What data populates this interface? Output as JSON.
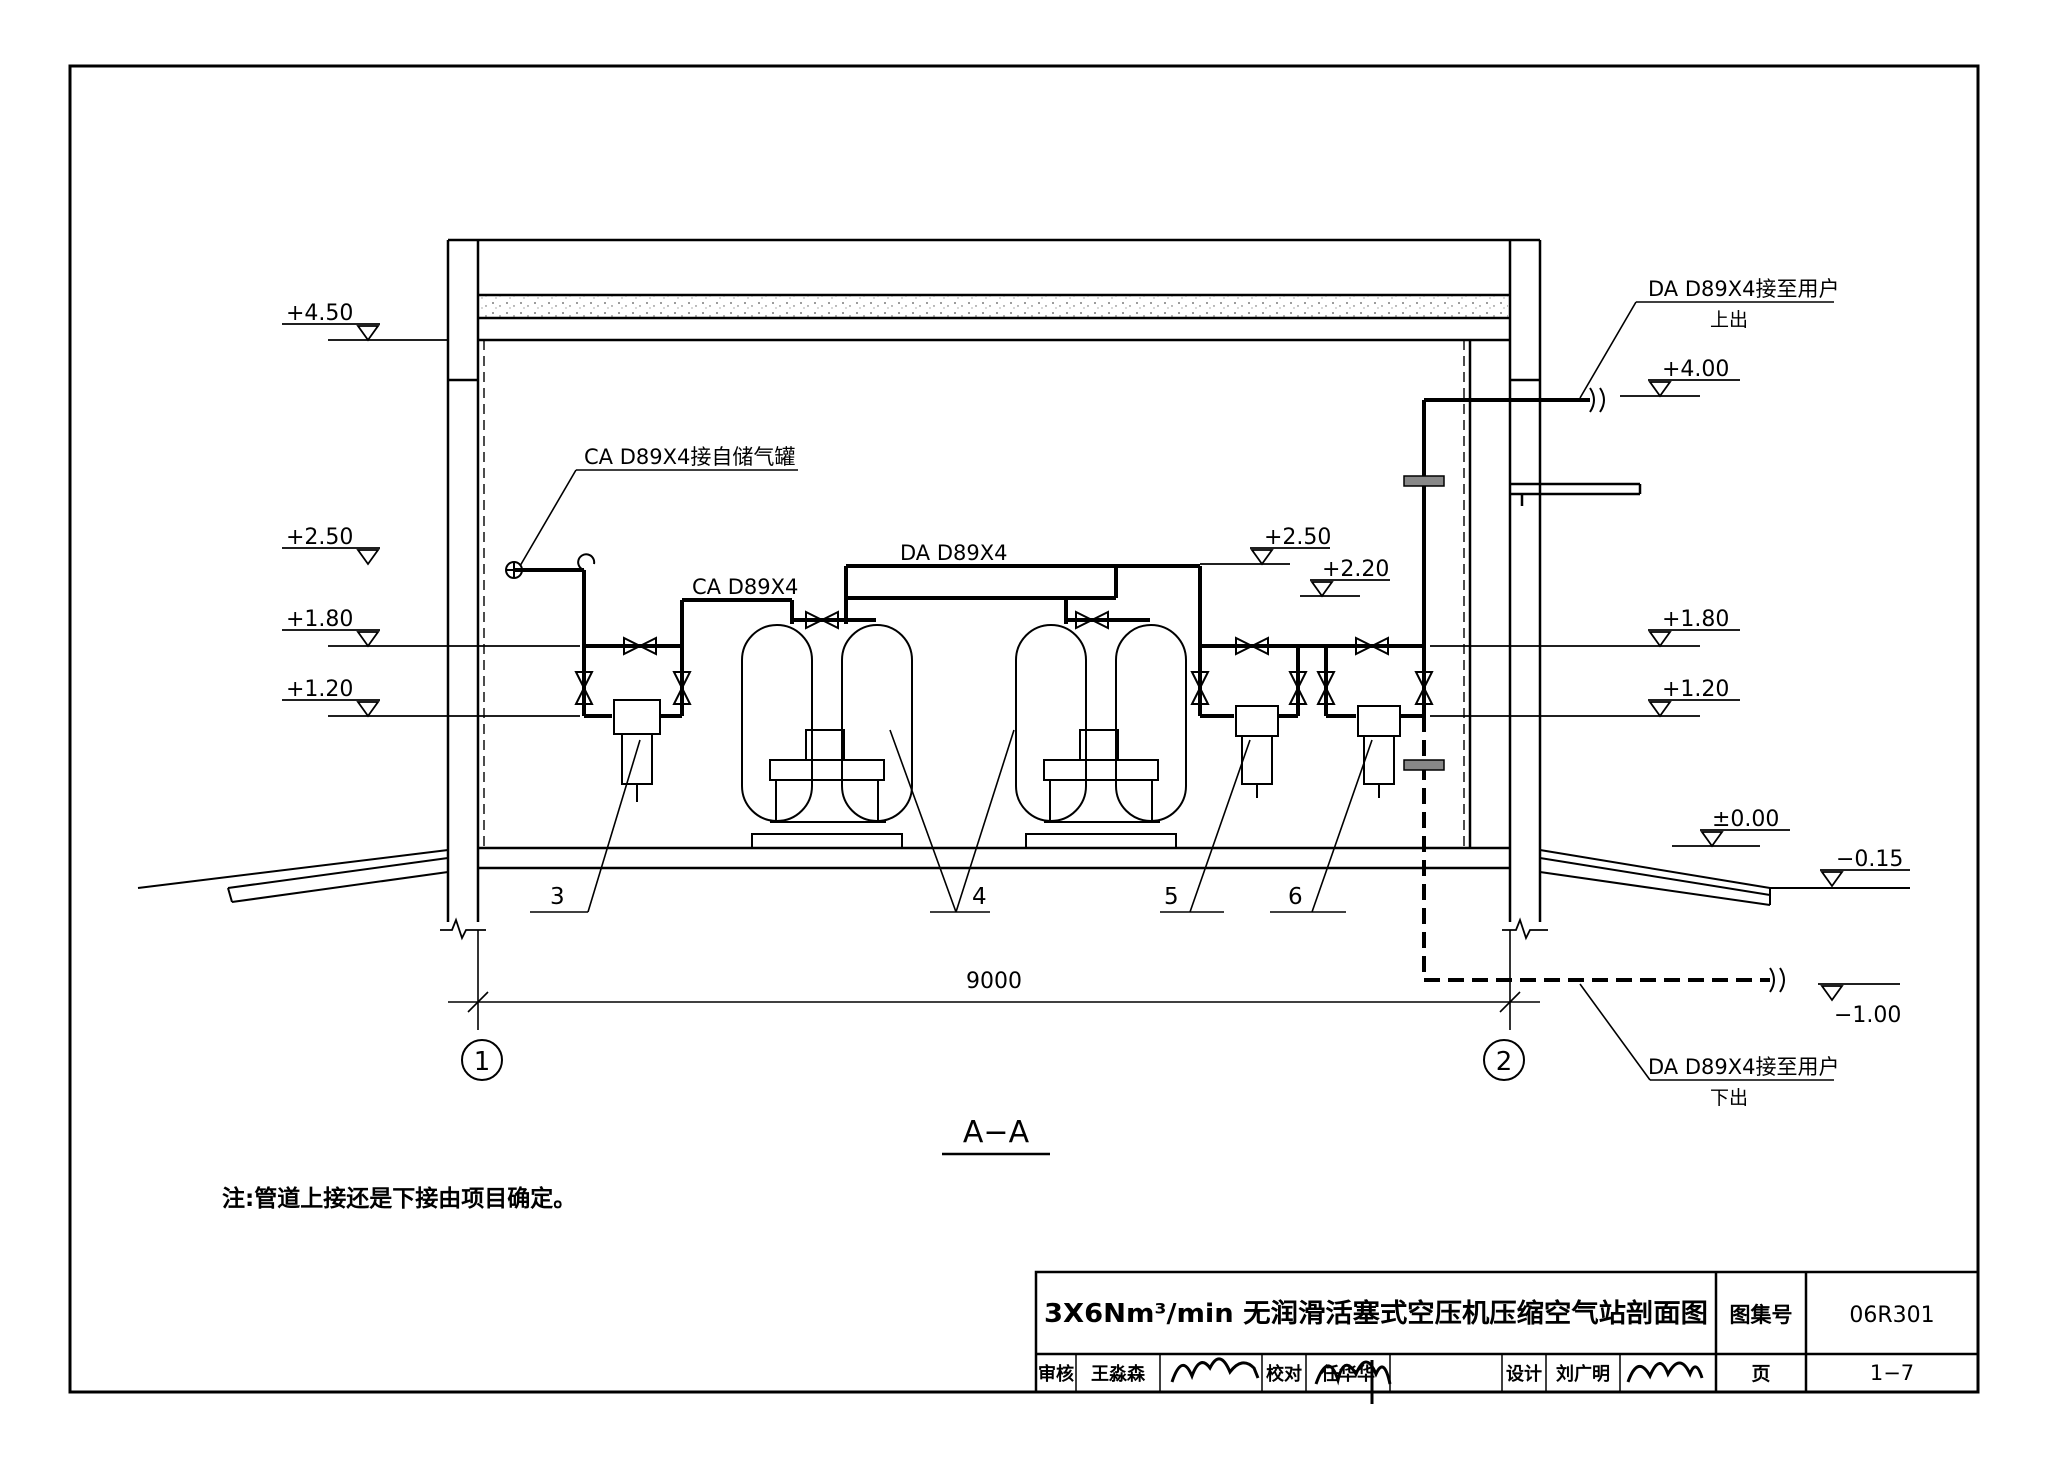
{
  "elevations": {
    "roof": "+4.50",
    "out_top": "+4.00",
    "l250": "+2.50",
    "m250": "+2.50",
    "m220": "+2.20",
    "l180": "+1.80",
    "r180": "+1.80",
    "l120": "+1.20",
    "r120": "+1.20",
    "floor": "±0.00",
    "ground": "−0.15",
    "bottom": "−1.00"
  },
  "pipes": {
    "ca_supply": "CA D89X4接自储气罐",
    "ca": "CA D89X4",
    "da": "DA D89X4",
    "da_up": "DA D89X4接至用户",
    "da_up_sub": "上出",
    "da_down": "DA D89X4接至用户",
    "da_down_sub": "下出"
  },
  "callouts": [
    "3",
    "4",
    "5",
    "6"
  ],
  "dimension": "9000",
  "axes": [
    "1",
    "2"
  ],
  "section_label": "A−A",
  "note": "注:管道上接还是下接由项目确定。",
  "title_block": {
    "title": "3X6Nm³/min 无润滑活塞式空压机压缩空气站剖面图",
    "atlas_label": "图集号",
    "atlas_no": "06R301",
    "review_label": "审核",
    "reviewer": "王淼森",
    "check_label": "校对",
    "checker": "任华华",
    "design_label": "设计",
    "designer": "刘广明",
    "page_label": "页",
    "page_no": "1−7"
  }
}
